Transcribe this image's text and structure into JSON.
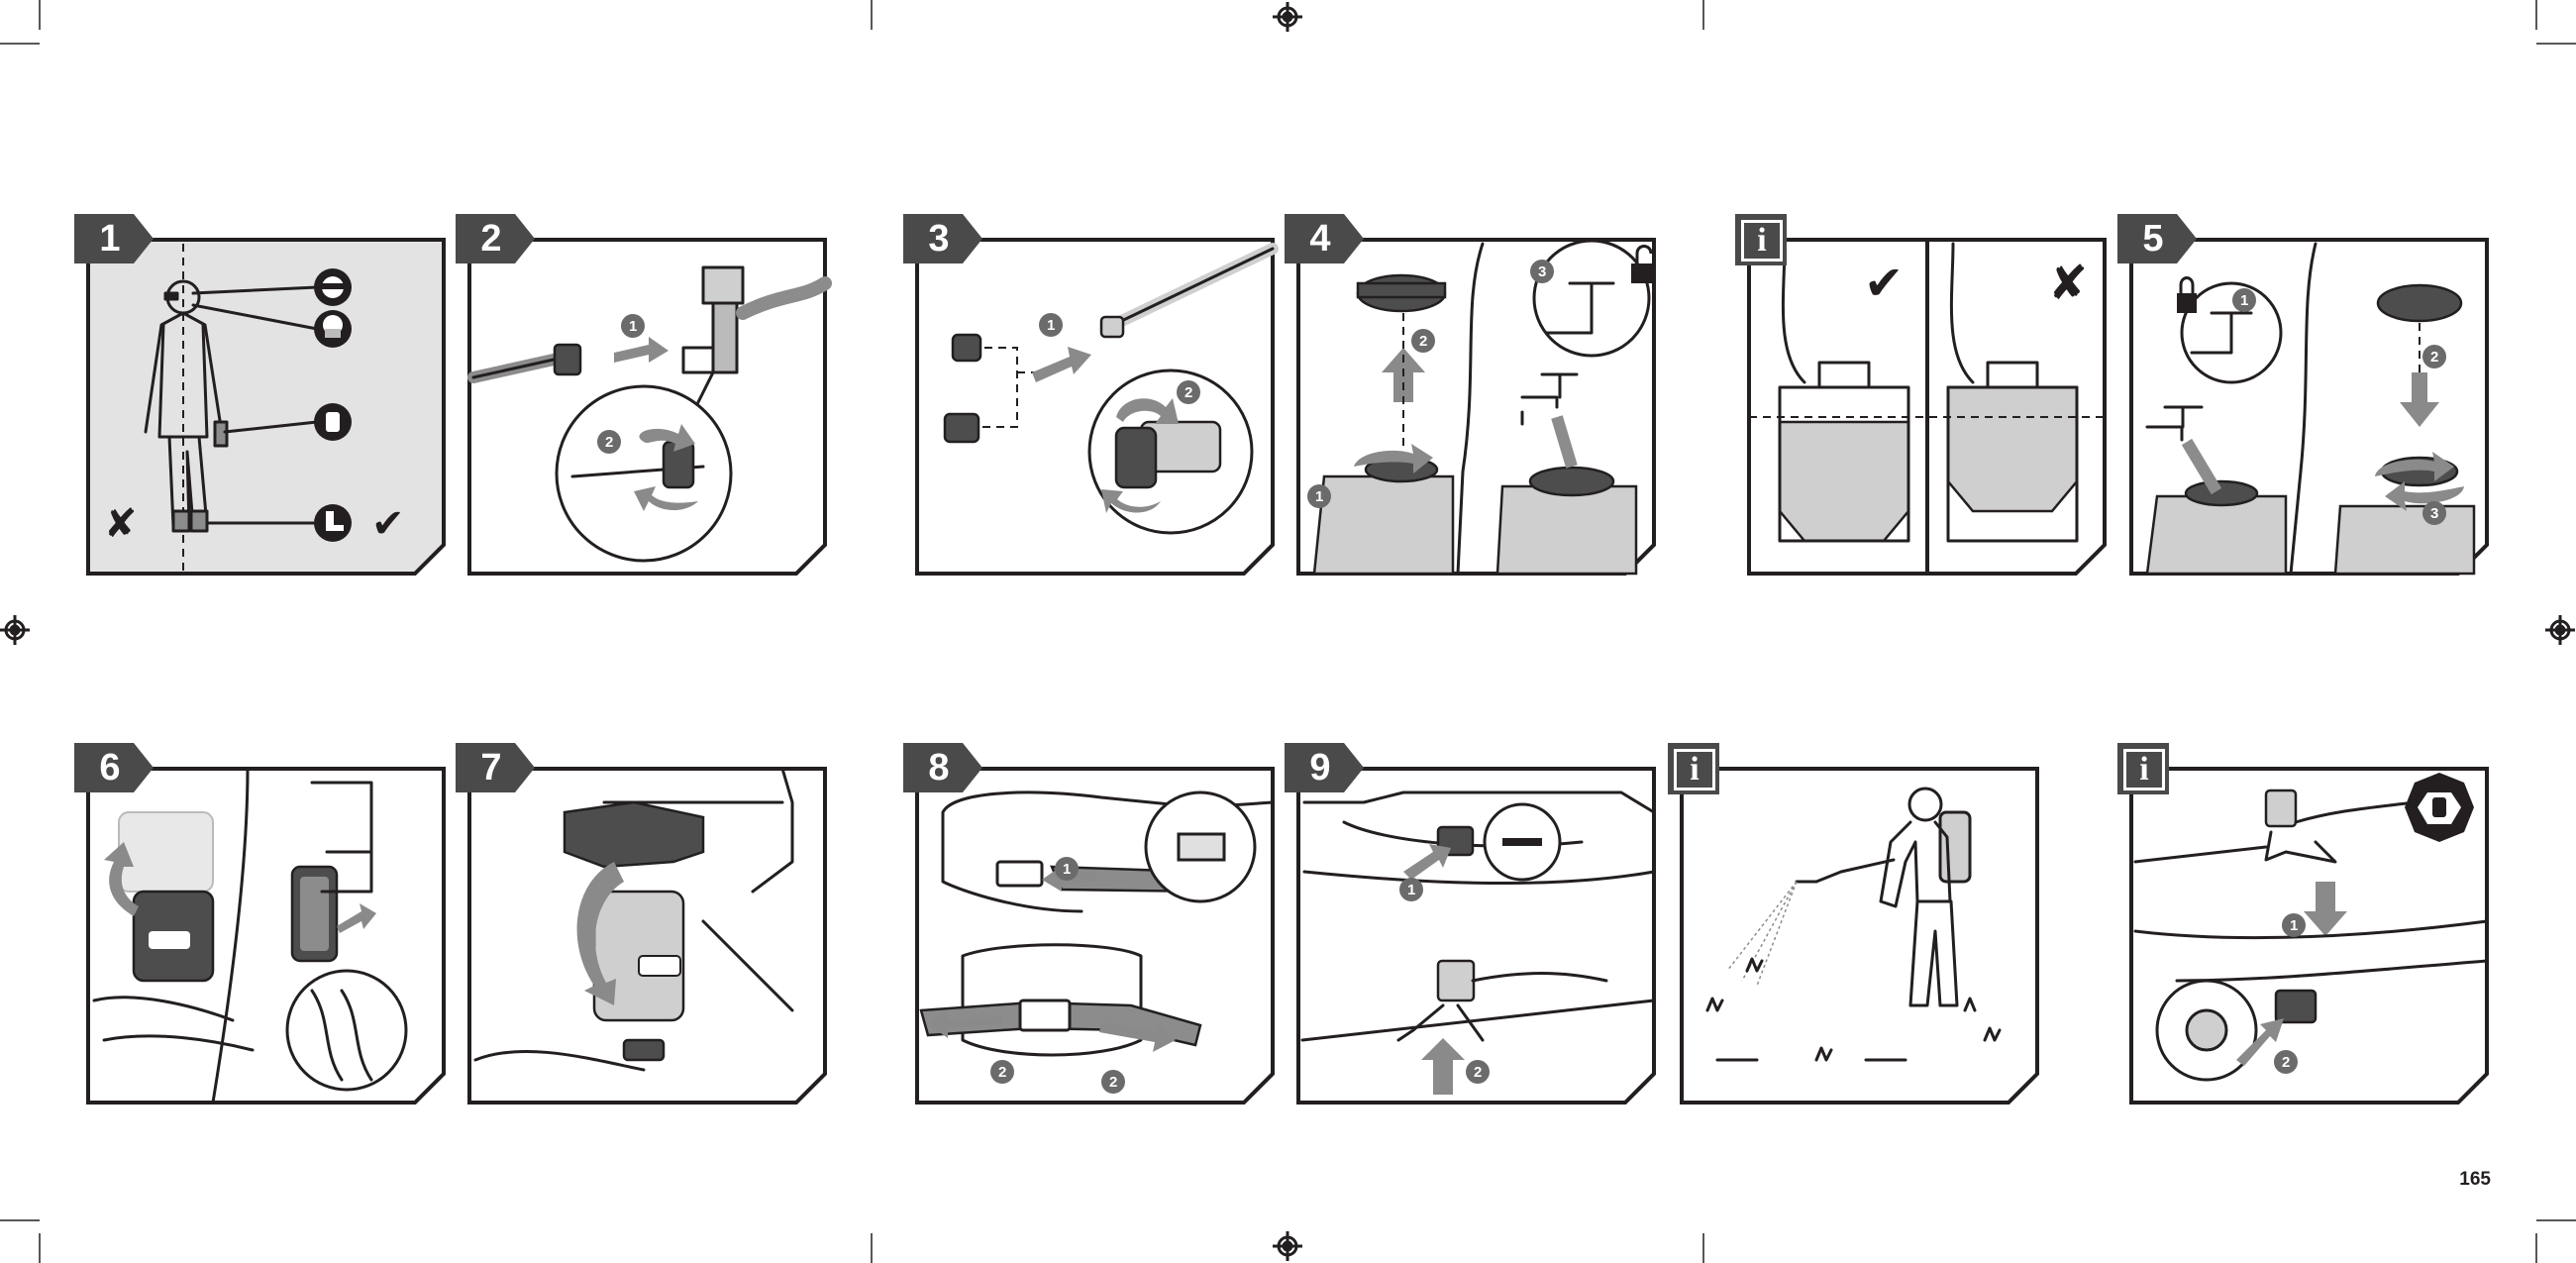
{
  "page": {
    "number": "165"
  },
  "steps": [
    {
      "label": "1"
    },
    {
      "label": "2"
    },
    {
      "label": "3"
    },
    {
      "label": "4"
    },
    {
      "label": "5"
    },
    {
      "label": "6"
    },
    {
      "label": "7"
    },
    {
      "label": "8"
    },
    {
      "label": "9"
    }
  ],
  "info_label": "i",
  "callouts": [
    "1",
    "2",
    "3"
  ],
  "symbols": {
    "check": "✔",
    "cross": "✘"
  },
  "icons": [
    "safety-glasses-icon",
    "face-mask-icon",
    "gloves-icon",
    "boots-icon",
    "padlock-open-icon",
    "padlock-closed-icon",
    "stop-hand-icon",
    "registration-mark-icon"
  ],
  "colors": {
    "tab": "#4a4a4a",
    "frame": "#231f20",
    "panel_grey": "#e3e3e3",
    "arrow": "#8a8a8a",
    "callout": "#6b6b6b"
  }
}
